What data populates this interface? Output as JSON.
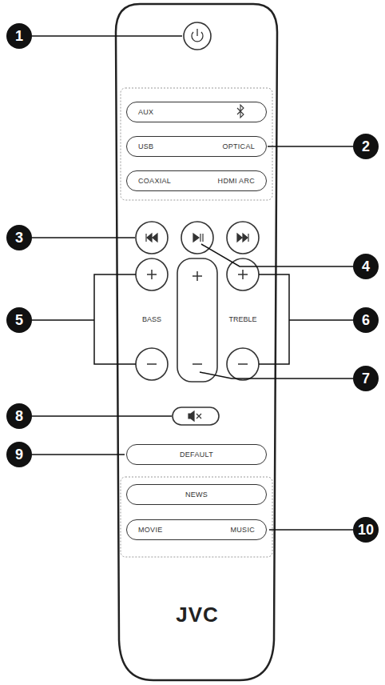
{
  "diagram": {
    "nodes": [
      {
        "text": [
          "AUX"
        ]
      },
      {
        "text": [
          "USB",
          "OPTICAL"
        ]
      },
      {
        "text": [
          "COAXIAL",
          "HDMI ARC"
        ]
      },
      {
        "text": [
          "DEFAULT"
        ]
      },
      {
        "text": [
          "NEWS"
        ]
      },
      {
        "text": [
          "MOVIE",
          "MUSIC"
        ]
      }
    ],
    "labels": [
      "1",
      "2",
      "3",
      "4",
      "5",
      "BASS",
      "TREBLE",
      "6",
      "7",
      "8",
      "9",
      "10",
      "JVC"
    ]
  }
}
